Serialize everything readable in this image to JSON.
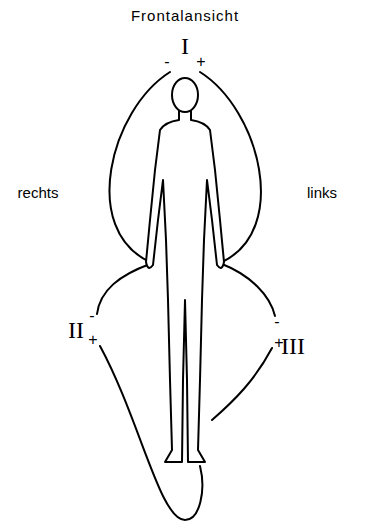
{
  "diagram": {
    "title": "Frontalansicht",
    "labels": [
      "I",
      "-",
      "+",
      "rechts",
      "links",
      "II",
      "-",
      "+",
      "III",
      "-",
      "+"
    ]
  }
}
